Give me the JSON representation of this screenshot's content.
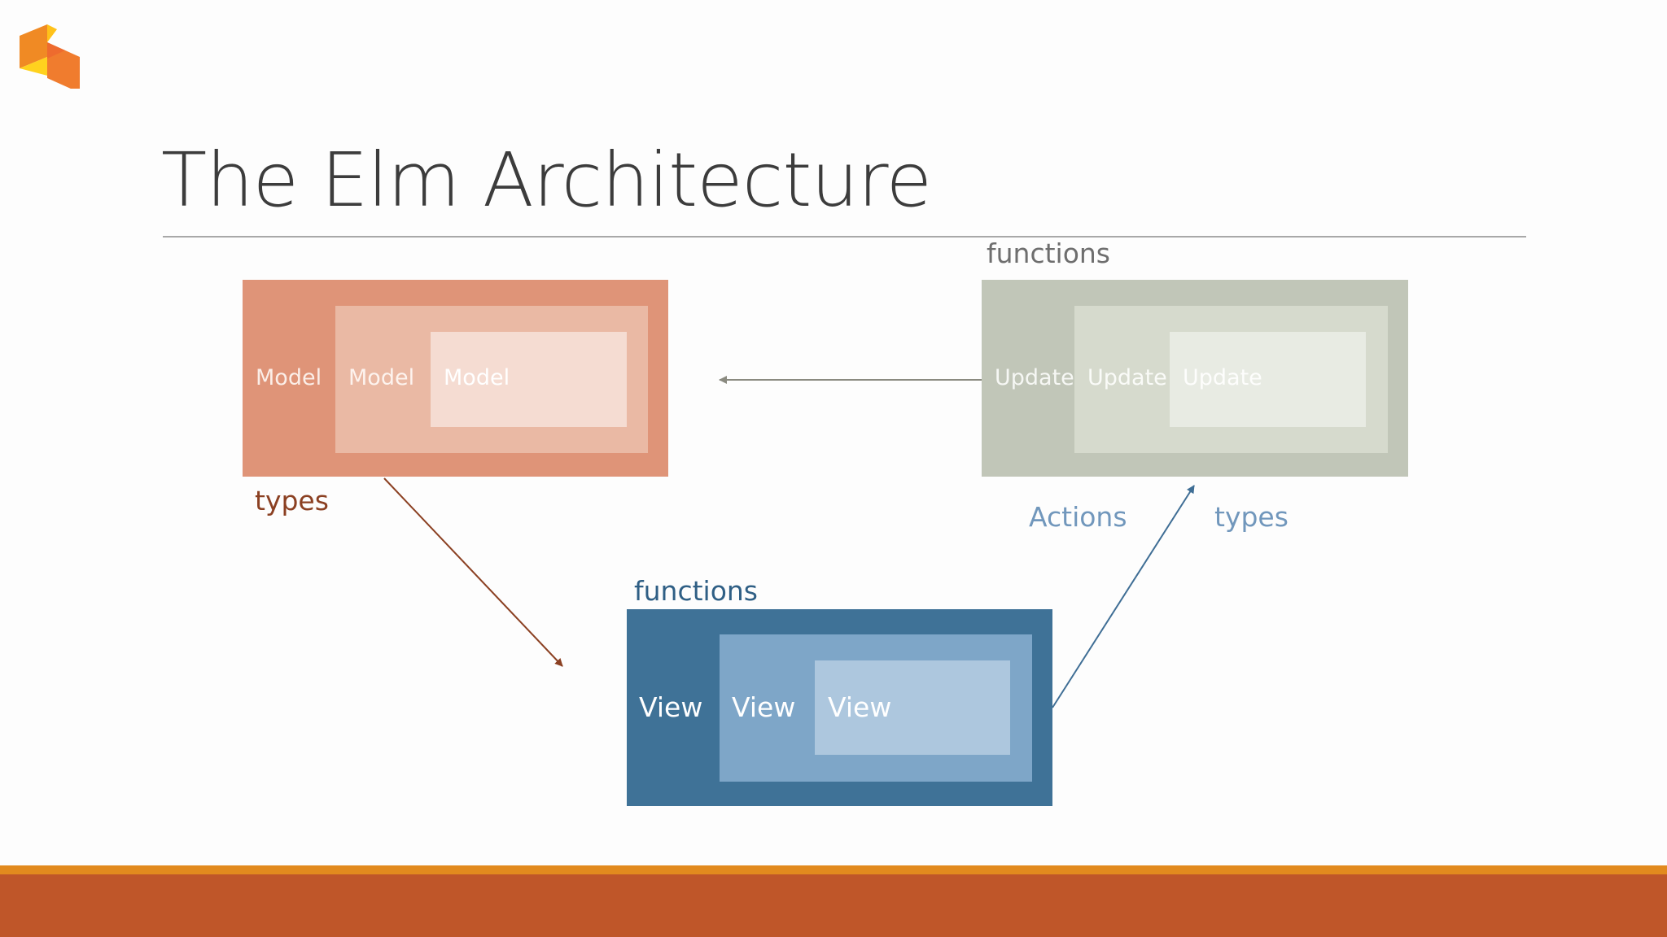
{
  "slide": {
    "title": "The Elm Architecture"
  },
  "model": {
    "labels": [
      "Model",
      "Model",
      "Model"
    ],
    "caption": "types"
  },
  "update": {
    "labels": [
      "Update",
      "Update",
      "Update"
    ],
    "caption_top": "functions",
    "caption_actions": "Actions",
    "caption_types": "types"
  },
  "view": {
    "labels": [
      "View",
      "View",
      "View"
    ],
    "caption_top": "functions"
  },
  "colors": {
    "model": [
      "#df9478",
      "#eab9a4",
      "#f5dcd2"
    ],
    "update": [
      "#c1c6b8",
      "#d6dacd",
      "#e8ebe3"
    ],
    "view": [
      "#3f7297",
      "#7ea6c8",
      "#adc7de"
    ],
    "model_text": "#8b4022",
    "blue_text": "#7197bc",
    "dark_blue_text": "#2f5f85",
    "grey_text": "#6e6e6e",
    "footer": "#bf5629",
    "footer_stripe": "#e28a1e"
  }
}
